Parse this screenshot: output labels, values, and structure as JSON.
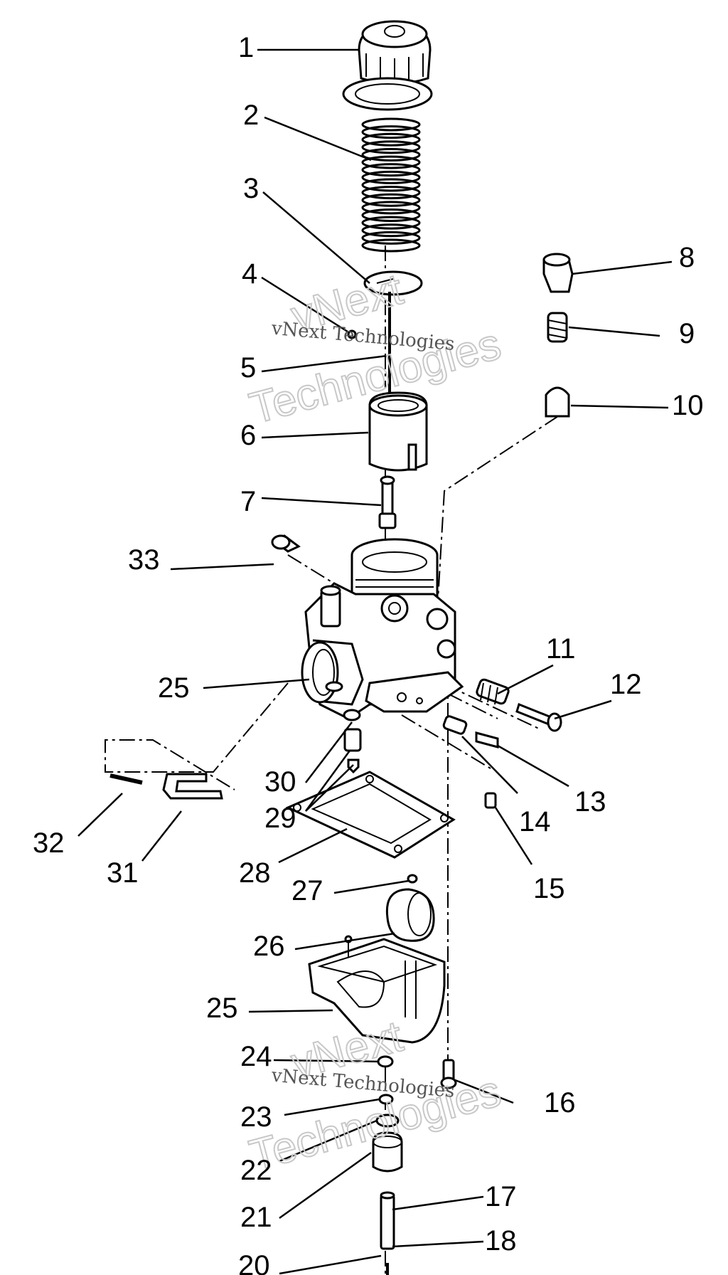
{
  "callouts": [
    {
      "id": "c1",
      "text": "1"
    },
    {
      "id": "c2",
      "text": "2"
    },
    {
      "id": "c3",
      "text": "3"
    },
    {
      "id": "c4",
      "text": "4"
    },
    {
      "id": "c5",
      "text": "5"
    },
    {
      "id": "c6",
      "text": "6"
    },
    {
      "id": "c7",
      "text": "7"
    },
    {
      "id": "c8",
      "text": "8"
    },
    {
      "id": "c9",
      "text": "9"
    },
    {
      "id": "c10",
      "text": "10"
    },
    {
      "id": "c11",
      "text": "11"
    },
    {
      "id": "c12",
      "text": "12"
    },
    {
      "id": "c13",
      "text": "13"
    },
    {
      "id": "c14",
      "text": "14"
    },
    {
      "id": "c15",
      "text": "15"
    },
    {
      "id": "c16",
      "text": "16"
    },
    {
      "id": "c17",
      "text": "17"
    },
    {
      "id": "c18",
      "text": "18"
    },
    {
      "id": "c20",
      "text": "20"
    },
    {
      "id": "c21",
      "text": "21"
    },
    {
      "id": "c22",
      "text": "22"
    },
    {
      "id": "c23",
      "text": "23"
    },
    {
      "id": "c24",
      "text": "24"
    },
    {
      "id": "c25a",
      "text": "25"
    },
    {
      "id": "c25b",
      "text": "25"
    },
    {
      "id": "c26",
      "text": "26"
    },
    {
      "id": "c27",
      "text": "27"
    },
    {
      "id": "c28",
      "text": "28"
    },
    {
      "id": "c29",
      "text": "29"
    },
    {
      "id": "c30",
      "text": "30"
    },
    {
      "id": "c31",
      "text": "31"
    },
    {
      "id": "c32",
      "text": "32"
    },
    {
      "id": "c33",
      "text": "33"
    }
  ],
  "watermark": {
    "brand_line1": "vNext",
    "brand_line2": "Technologies",
    "caption": "vNext Technologies"
  },
  "colors": {
    "ink": "#000000",
    "paper": "#ffffff",
    "watermark": "#c8c8c8"
  }
}
